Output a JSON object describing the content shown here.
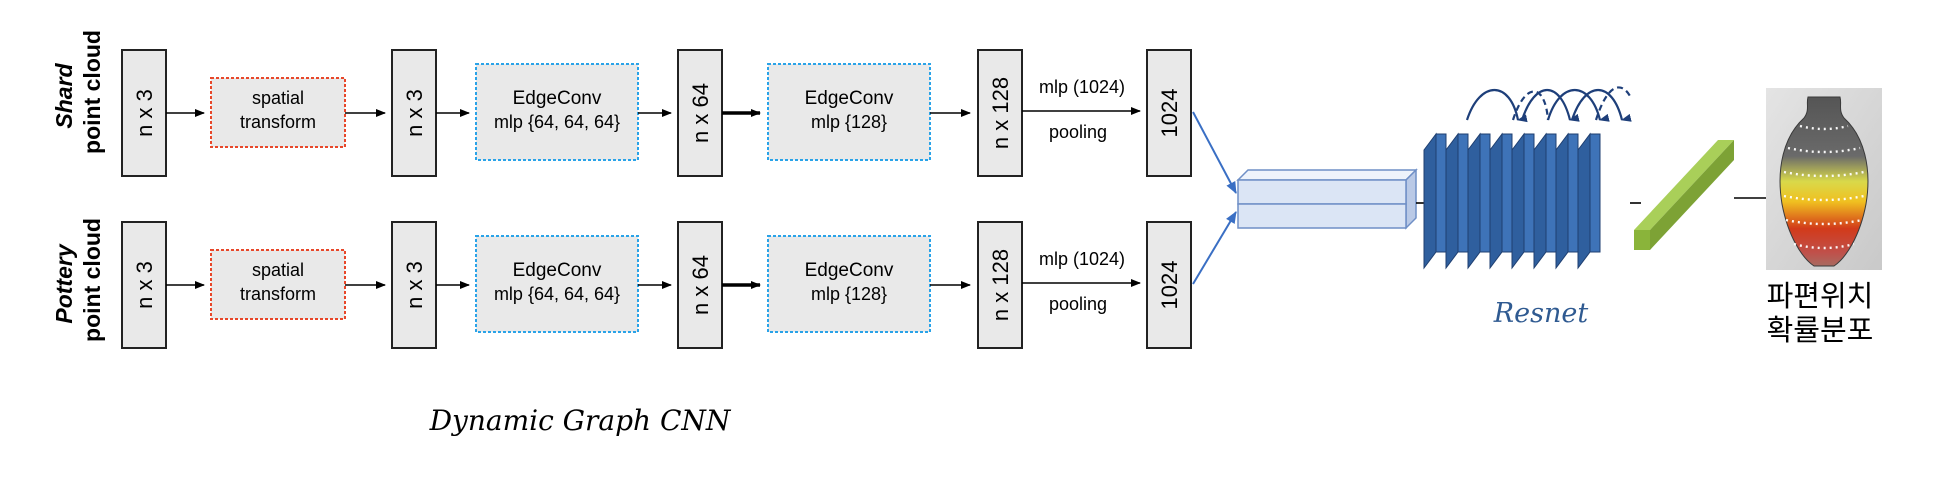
{
  "rows": [
    {
      "row_label": "Shard",
      "row_sublabel": "point cloud",
      "input_dim": "n x 3",
      "transform_l1": "spatial",
      "transform_l2": "transform",
      "dim_after_transform": "n x 3",
      "edgeconv1_title": "EdgeConv",
      "edgeconv1_mlp": "mlp {64, 64, 64}",
      "dim_after_ec1": "n x 64",
      "edgeconv2_title": "EdgeConv",
      "edgeconv2_mlp": "mlp {128}",
      "dim_after_ec2": "n x 128",
      "mlp_label": "mlp (1024)",
      "pooling_label": "pooling",
      "output_dim": "1024"
    },
    {
      "row_label": "Pottery",
      "row_sublabel": "point cloud",
      "input_dim": "n x 3",
      "transform_l1": "spatial",
      "transform_l2": "transform",
      "dim_after_transform": "n x 3",
      "edgeconv1_title": "EdgeConv",
      "edgeconv1_mlp": "mlp {64, 64, 64}",
      "dim_after_ec1": "n x 64",
      "edgeconv2_title": "EdgeConv",
      "edgeconv2_mlp": "mlp {128}",
      "dim_after_ec2": "n x 128",
      "mlp_label": "mlp (1024)",
      "pooling_label": "pooling",
      "output_dim": "1024"
    }
  ],
  "dgcnn_caption": "Dynamic Graph CNN",
  "resnet_caption": "Resnet",
  "output_label_line1": "파편위치",
  "output_label_line2": "확률분포",
  "colors": {
    "transform_border": "#e8472a",
    "edgeconv_border": "#2aa3e8",
    "box_fill": "#e9e9e9",
    "resnet_blue": "#2f5f9e",
    "resnet_caption": "#2f5a91",
    "fc_green": "#8ab43a",
    "concat_fill": "#dbe5f5"
  }
}
